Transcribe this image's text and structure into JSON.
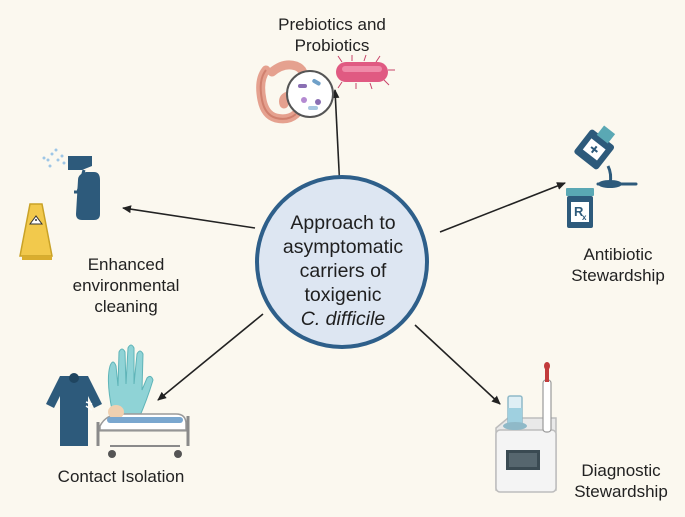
{
  "center": {
    "line1": "Approach to",
    "line2": "asymptomatic",
    "line3": "carriers of",
    "line4": "toxigenic",
    "line5": "C. difficile"
  },
  "nodes": {
    "prebiotics": {
      "line1": "Prebiotics and",
      "line2": "Probiotics",
      "icon": "gut-microbiome-icon"
    },
    "antibiotic": {
      "line1": "Antibiotic",
      "line2": "Stewardship",
      "icon": "medicine-bottle-icon"
    },
    "diagnostic": {
      "line1": "Diagnostic",
      "line2": "Stewardship",
      "icon": "lab-analyzer-icon"
    },
    "contact": {
      "line1": "Contact Isolation",
      "icon": "patient-bed-icon"
    },
    "cleaning": {
      "line1": "Enhanced",
      "line2": "environmental",
      "line3": "cleaning",
      "icon": "spray-bottle-icon"
    }
  },
  "colors": {
    "background": "#fbf8ef",
    "circle_fill": "#dde6f2",
    "circle_stroke": "#2e5f8a",
    "arrow": "#222222",
    "navy": "#2d5a7b",
    "teal": "#5aa8b4",
    "pink": "#e05a82",
    "yellow": "#f2c94c"
  }
}
